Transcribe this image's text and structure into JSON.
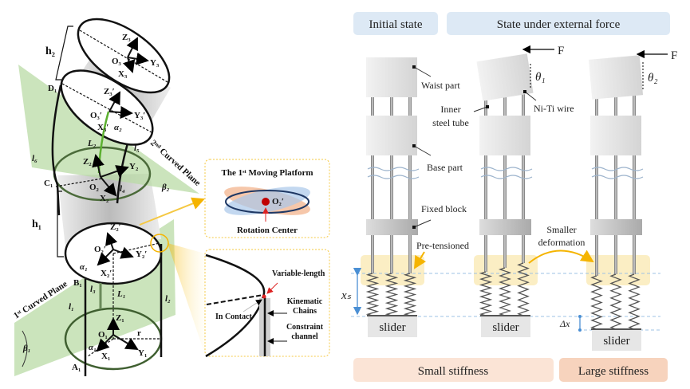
{
  "left": {
    "labels": {
      "h2": "h₂",
      "h1": "h₁",
      "D1": "D₁",
      "C1": "C₁",
      "B1": "B₁",
      "A1": "A₁",
      "Z3": "Z₃",
      "O3": "O₃",
      "Y3": "Y₃",
      "X3": "X₃",
      "Z3p": "Z₃′",
      "O3p": "O₃′",
      "Y3p": "Y₃′",
      "X3p": "X₃′",
      "alpha2": "α₂",
      "L2": "L₂",
      "l5": "l₅",
      "l6": "l₆",
      "l4": "l₄",
      "Z2": "Z₂",
      "O2": "O₂",
      "Y2": "Y₂",
      "X2": "X₂",
      "Z2p": "Z₂′",
      "O2p": "O₂′",
      "Y2p": "Y₂′",
      "X2p": "X₂′",
      "alpha1": "α₁",
      "l3": "l₃",
      "L1": "L₁",
      "l1": "l₁",
      "l2": "l₂",
      "Z1": "Z₁",
      "O1": "O₁",
      "Y1": "Y₁",
      "X1": "X₁",
      "r": "r",
      "alpha1b": "α₁",
      "beta1": "β₁",
      "beta2": "β₂",
      "plane1": "1ˢᵗ Curved Plane",
      "plane2": "2ⁿᵈ Curved Plane"
    },
    "platform_box": {
      "title": "The 1ˢᵗ Moving Platform",
      "point": "O₂′",
      "caption": "Rotation Center"
    },
    "contact_box": {
      "variable_length": "Variable-length",
      "in_contact": "In Contact",
      "kinematic_1": "Kinematic",
      "kinematic_2": "Chains",
      "constraint_1": "Constraint",
      "constraint_2": "channel"
    }
  },
  "right": {
    "header_initial": "Initial state",
    "header_force": "State under external force",
    "footer_small": "Small stiffness",
    "footer_large": "Large stiffness",
    "waist_part": "Waist part",
    "inner_tube_1": "Inner",
    "inner_tube_2": "steel tube",
    "niti_wire": "Ni-Ti wire",
    "base_part": "Base part",
    "fixed_block": "Fixed block",
    "pre_tensioned": "Pre-tensioned",
    "smaller_1": "Smaller",
    "smaller_2": "deformation",
    "force": "F",
    "theta1": "θ₁",
    "theta2": "θ₂",
    "xs": "xₛ",
    "dx": "Δx",
    "slider": "slider"
  },
  "colors": {
    "plane_green": "#b9dba6",
    "highlight_yellow": "#fbeec4",
    "header_blue": "#dde9f5",
    "footer_small": "#fbe4d6",
    "footer_large": "#f7d3bd",
    "arrow_orange": "#f5b400",
    "dashed_blue": "#9cc3e6"
  }
}
